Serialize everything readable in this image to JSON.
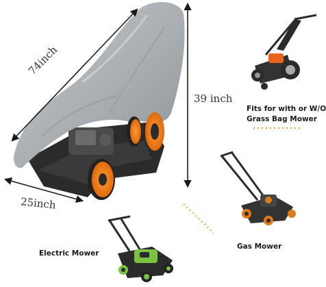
{
  "dimensions": {
    "length_label": "74inch",
    "height_label": "39 inch",
    "width_label": "25inch"
  },
  "captions": {
    "fits_line1": "Fits for with or W/O",
    "fits_line2": "Grass Bag Mower",
    "gas_mower": "Gas Mower",
    "electric_mower": "Electric Mower"
  },
  "colors": {
    "cover_gray": "#a9aeb2",
    "wheel_orange": "#f07d18",
    "electric_green": "#7cc242",
    "guide_orange": "#e8a23a",
    "arrow_dark": "#1a1a1a"
  }
}
